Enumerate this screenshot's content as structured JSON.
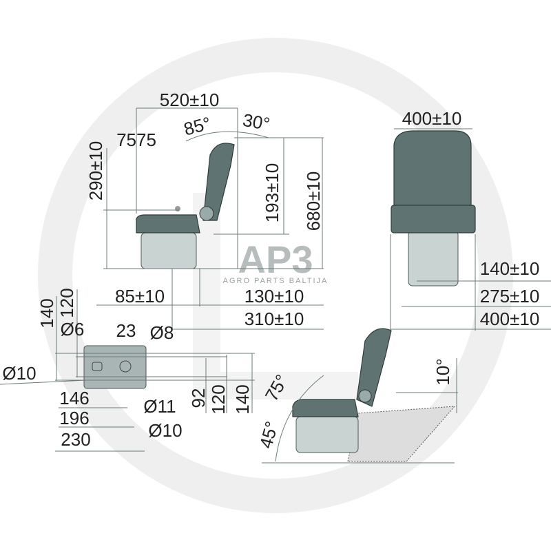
{
  "watermark": {
    "logo": "AP3",
    "text": "AGRO PARTS BALTIJA"
  },
  "colors": {
    "seat": "#5f7472",
    "bellows": "#c9d3d2",
    "background_ring": "#eeeeee",
    "lines": "#6a7a7a"
  },
  "side_view": {
    "width": "520±10",
    "back_angle": "85°",
    "tilt_angle": "30°",
    "offset": "7575",
    "seat_height": "290±10",
    "back_height": "193±10",
    "total_height": "680±10",
    "forward": "85±10",
    "slide": "130±10",
    "depth": "310±10"
  },
  "front_view": {
    "width": "400±10",
    "dim1": "140±10",
    "dim2": "275±10",
    "dim3": "400±10"
  },
  "base_plate": {
    "h140": "140",
    "h120": "120",
    "d6": "Ø6",
    "d23": "23",
    "d8": "Ø8",
    "d10_left": "Ø10",
    "w146": "146",
    "w196": "196",
    "w230": "230",
    "d11": "Ø11",
    "d10_right": "Ø10",
    "v92": "92",
    "v120": "120",
    "v140": "140"
  },
  "recline_view": {
    "angle75": "75°",
    "angle45": "45°",
    "angle10": "10°"
  }
}
